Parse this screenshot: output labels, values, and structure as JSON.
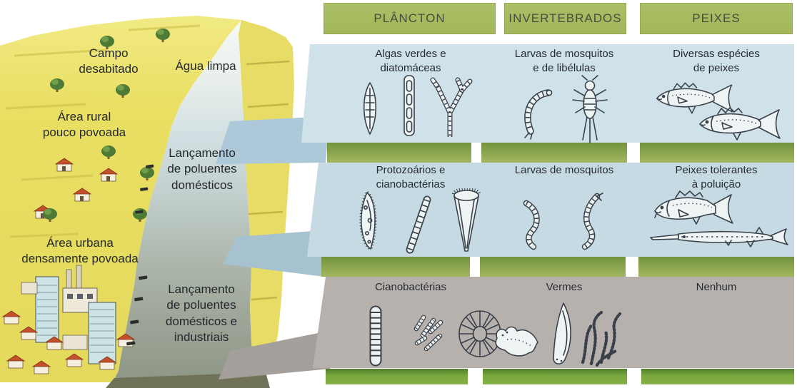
{
  "scene": {
    "land_zones": [
      {
        "name": "campo",
        "label": "Campo\ndesabitado"
      },
      {
        "name": "rural",
        "label": "Área rural\npouco povoada"
      },
      {
        "name": "urbana",
        "label": "Área urbana\ndensamente povoada"
      }
    ],
    "river_stages": [
      {
        "name": "agua-limpa",
        "label": "Água limpa"
      },
      {
        "name": "poluentes-domesticos",
        "label": "Lançamento\nde poluentes\ndomésticos"
      },
      {
        "name": "poluentes-industriais",
        "label": "Lançamento\nde poluentes\ndomésticos e\nindustriais"
      }
    ]
  },
  "table": {
    "headers": [
      {
        "label": "PLÂNCTON"
      },
      {
        "label": "INVERTEBRADOS"
      },
      {
        "label": "PEIXES"
      }
    ],
    "rows": [
      {
        "water_quality": "Água limpa",
        "cells": [
          {
            "label": "Algas verdes e\ndiatomáceas",
            "organisms": [
              "diatom-icon",
              "filamentous-green-alga-icon",
              "branched-green-alga-icon"
            ]
          },
          {
            "label": "Larvas de mosquitos\ne de libélulas",
            "organisms": [
              "mosquito-larva-icon",
              "dragonfly-larva-icon"
            ]
          },
          {
            "label": "Diversas espécies\nde peixes",
            "organisms": [
              "fish-icon",
              "fish-icon"
            ]
          }
        ]
      },
      {
        "water_quality": "Lançamento de poluentes domésticos",
        "cells": [
          {
            "label": "Protozoários e\ncianobactérias",
            "organisms": [
              "paramecium-icon",
              "cyanobacteria-filament-icon",
              "stentor-protozoan-icon"
            ]
          },
          {
            "label": "Larvas de mosquitos",
            "organisms": [
              "midge-larva-icon",
              "midge-larva-icon"
            ]
          },
          {
            "label": "Peixes tolerantes\nà poluição",
            "organisms": [
              "carp-icon",
              "gar-fish-icon"
            ]
          }
        ]
      },
      {
        "water_quality": "Lançamento de poluentes domésticos e industriais",
        "cells": [
          {
            "label": "Cianobactérias",
            "organisms": [
              "oscillatoria-filament-icon",
              "bacteria-rods-icon",
              "radial-colony-icon"
            ]
          },
          {
            "label": "Vermes",
            "organisms": [
              "flatworm-icon",
              "leech-icon",
              "tubifex-worms-icon"
            ]
          },
          {
            "label": "Nenhum",
            "organisms": []
          }
        ]
      }
    ]
  },
  "colors": {
    "header_green": "#a7ba60",
    "separator_green": "#7ba33e",
    "clean_water_band": "#cfe1e9",
    "domestic_pollution_band": "#c6dae3",
    "industrial_pollution_band": "#b7b1ae",
    "land_yellow": "#e9df68",
    "river_clean": "#f6f8f5",
    "river_polluted": "#8d9685",
    "ink": "#39404a"
  }
}
